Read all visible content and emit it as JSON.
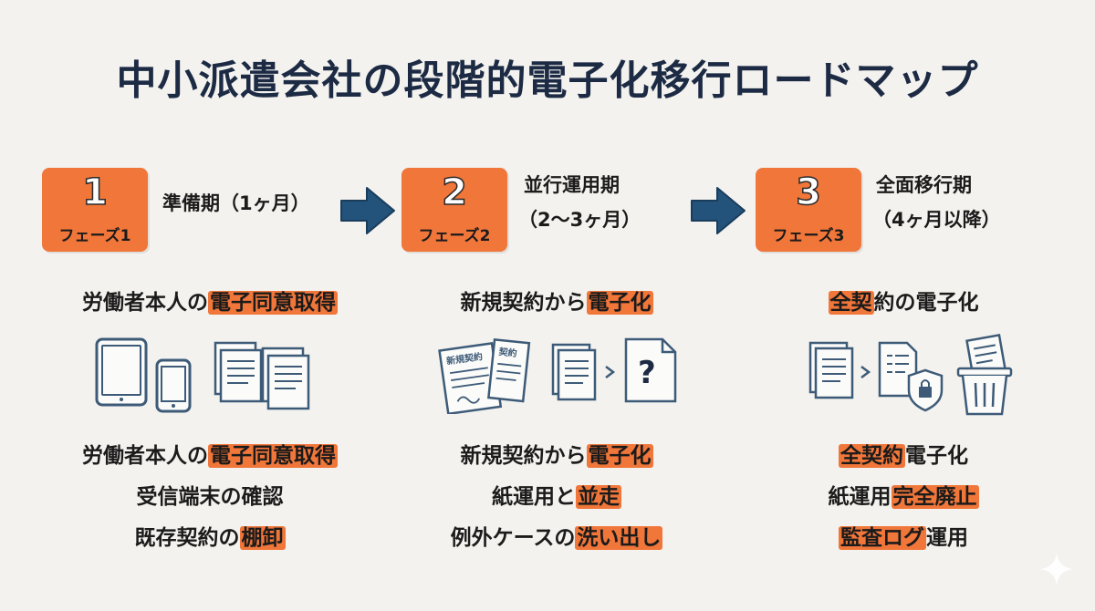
{
  "title": "中小派遣会社の段階的電子化移行ロードマップ",
  "colors": {
    "accent": "#f0763a",
    "arrow": "#23527a",
    "title": "#1c2a44",
    "background": "#f3f2ee"
  },
  "phases": [
    {
      "number": "1",
      "label": "フェーズ1",
      "name": "準備期（1ヶ月）",
      "name_line2": "",
      "heading": {
        "pre": "労働者本人の",
        "hl": "電子同意取得",
        "post": ""
      },
      "icons": [
        "tablet-icon",
        "smartphone-icon",
        "document-stack-icon"
      ],
      "bullets": [
        {
          "pre": "労働者本人の",
          "hl": "電子同意取得",
          "post": ""
        },
        {
          "pre": "受信端末の確認",
          "hl": "",
          "post": ""
        },
        {
          "pre": "既存契約の",
          "hl": "棚卸",
          "post": ""
        }
      ]
    },
    {
      "number": "2",
      "label": "フェーズ2",
      "name": "並行運用期",
      "name_line2": "（2〜3ヶ月）",
      "heading": {
        "pre": "新規契約から",
        "hl": "電子化",
        "post": ""
      },
      "icons": [
        "paper-contracts-icon",
        "document-to-question-icon"
      ],
      "paper_labels": [
        "新規契約",
        "契約"
      ],
      "bullets": [
        {
          "pre": "新規契約から",
          "hl": "電子化",
          "post": ""
        },
        {
          "pre": "紙運用と",
          "hl": "並走",
          "post": ""
        },
        {
          "pre": "例外ケースの",
          "hl": "洗い出し",
          "post": ""
        }
      ]
    },
    {
      "number": "3",
      "label": "フェーズ3",
      "name": "全面移行期",
      "name_line2": "（4ヶ月以降）",
      "heading": {
        "pre": "",
        "hl": "全契",
        "post": "約の電子化"
      },
      "icons": [
        "document-to-locked-icon",
        "trash-bin-icon"
      ],
      "bullets": [
        {
          "pre": "",
          "hl": "全契約",
          "post": "電子化"
        },
        {
          "pre": "紙運用",
          "hl": "完全廃止",
          "post": ""
        },
        {
          "pre": "",
          "hl": "監査ログ",
          "post": "運用"
        }
      ]
    }
  ]
}
